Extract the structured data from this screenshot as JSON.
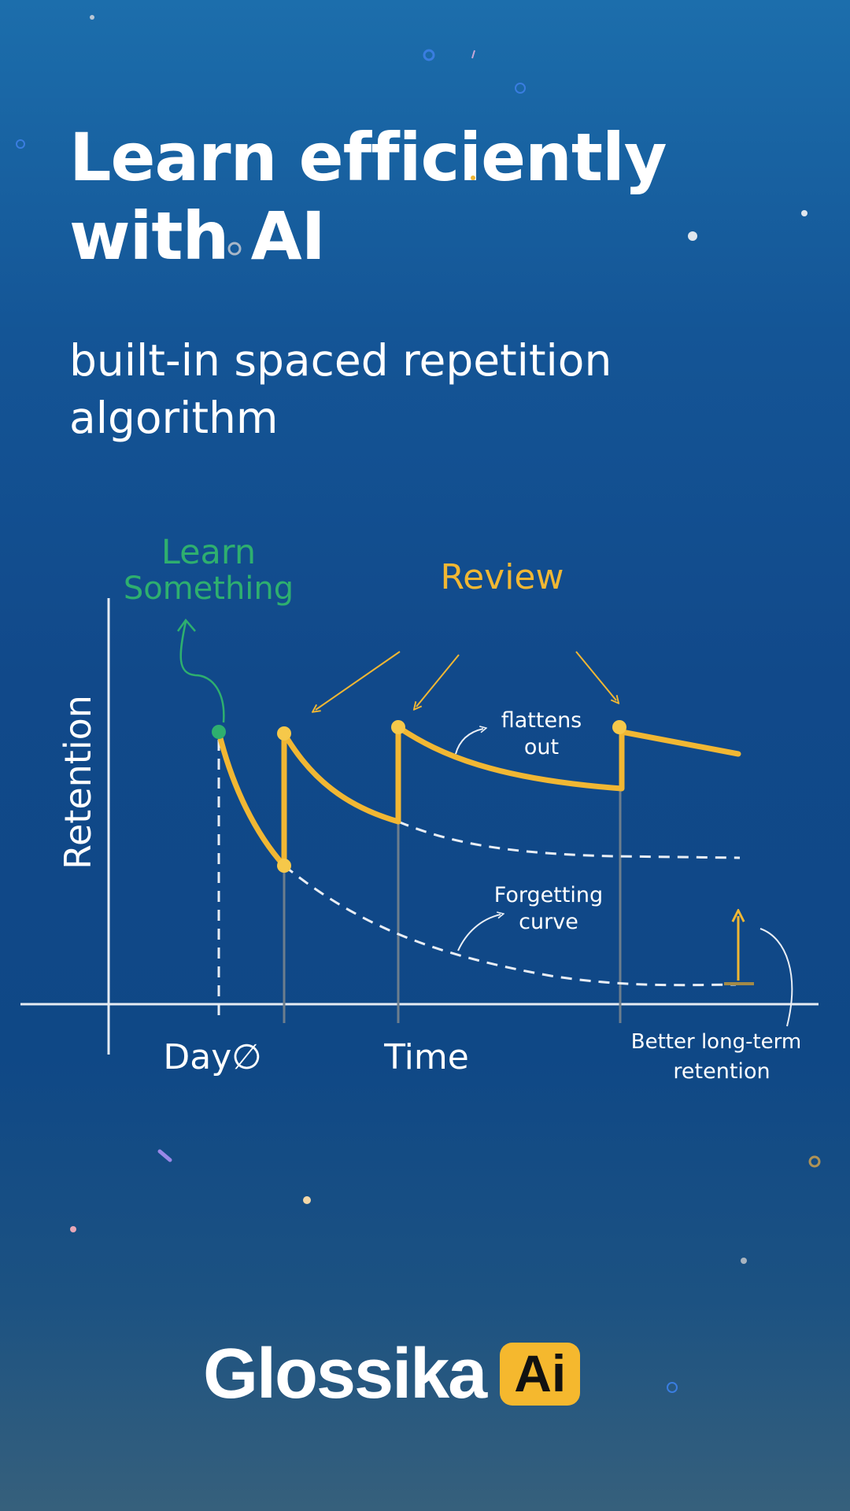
{
  "header": {
    "title": "Learn efficiently with AI",
    "subtitle": "built-in spaced repetition algorithm"
  },
  "diagram": {
    "labels": {
      "learn_line1": "Learn",
      "learn_line2": "Something",
      "review": "Review",
      "flattens_line1": "flattens",
      "flattens_line2": "out",
      "forgetting_line1": "Forgetting",
      "forgetting_line2": "curve",
      "better_line1": "Better long-term",
      "better_line2": "retention",
      "y_axis": "Retention",
      "x_day": "Day∅",
      "x_time": "Time"
    },
    "colors": {
      "learn": "#2eaf6f",
      "review": "#f1b733",
      "axis": "#e6ecf3",
      "dashed": "#e9eef5",
      "drop_line": "#6d7e8d"
    }
  },
  "brand": {
    "name": "Glossika",
    "badge": "Ai",
    "badge_color": "#f5b82e"
  }
}
